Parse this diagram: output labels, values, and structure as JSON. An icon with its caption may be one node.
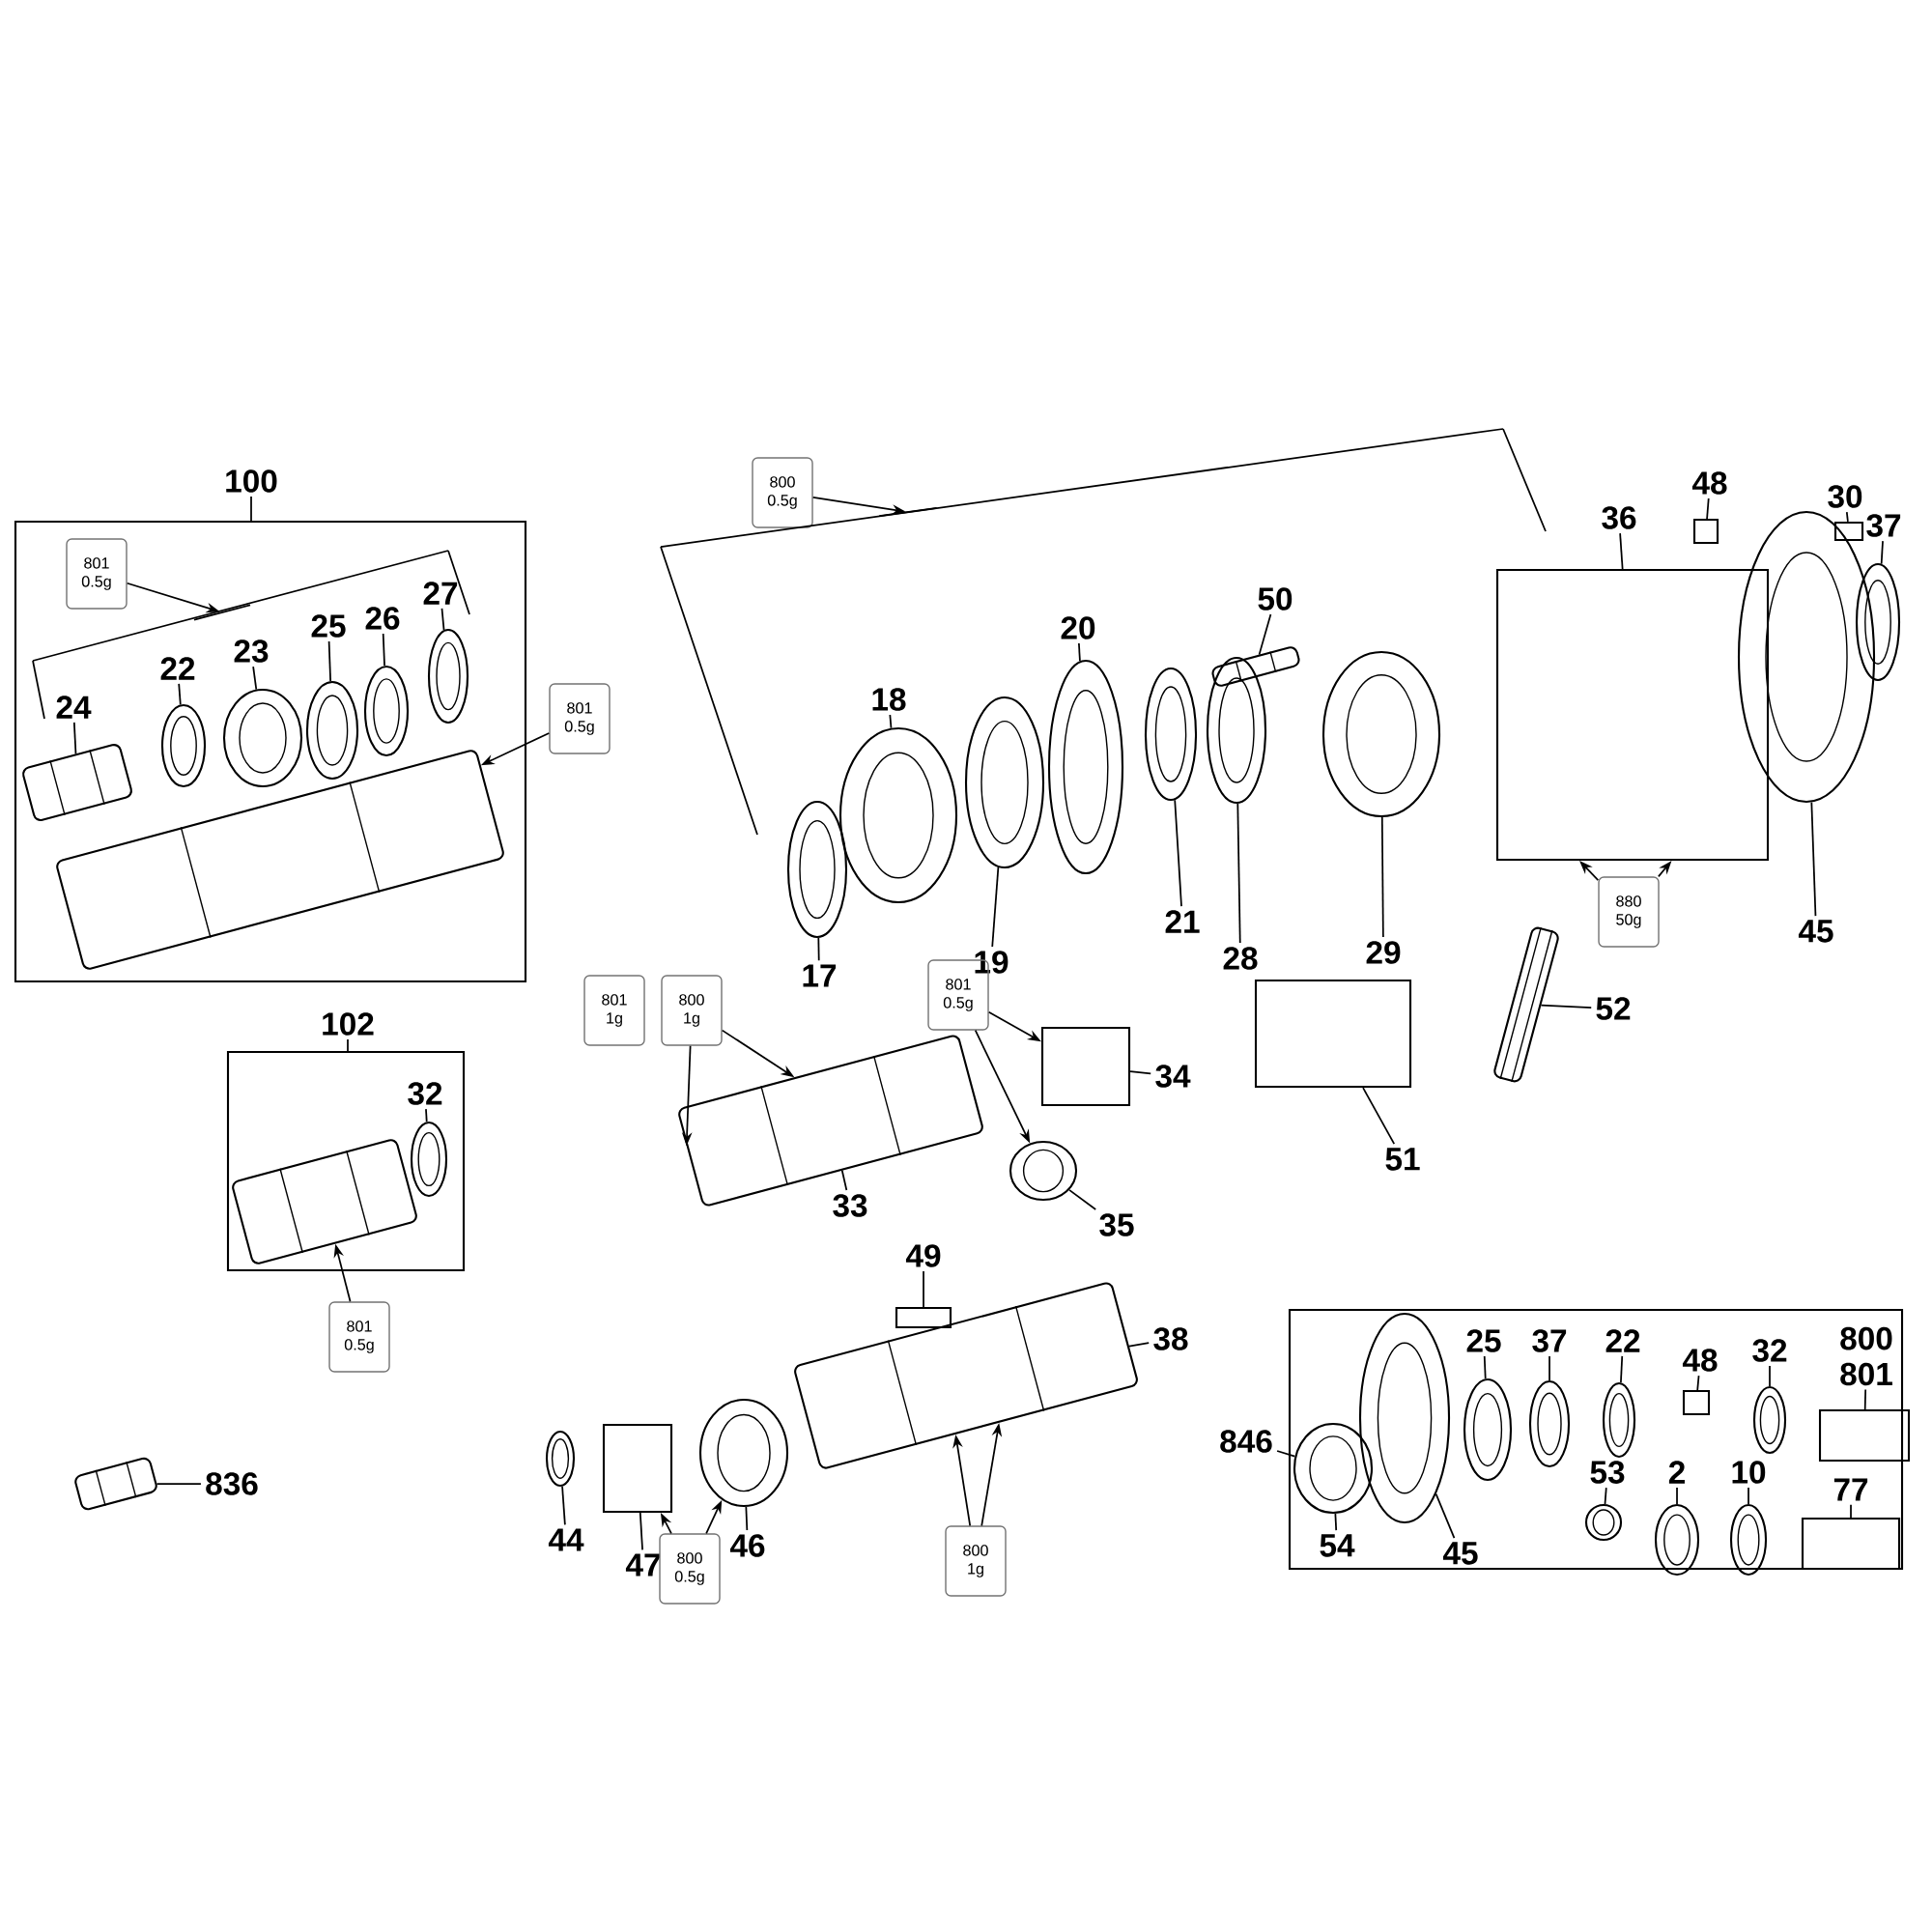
{
  "diagram": {
    "nodes": [
      {
        "text": [
          "100"
        ]
      },
      {
        "text": [
          "801",
          "0.5g"
        ],
        "in": 0
      },
      {
        "text": [
          "24"
        ],
        "in": 0
      },
      {
        "text": [],
        "shape": "picture",
        "in": 0
      },
      {
        "text": [
          "22"
        ],
        "in": 0
      },
      {
        "text": [],
        "shape": "picture",
        "in": 0
      },
      {
        "text": [
          "23"
        ],
        "in": 0
      },
      {
        "text": [],
        "shape": "picture",
        "in": 0
      },
      {
        "text": [
          "25"
        ],
        "in": 0
      },
      {
        "text": [],
        "shape": "picture",
        "in": 0
      },
      {
        "text": [
          "26"
        ],
        "in": 0
      },
      {
        "text": [],
        "shape": "picture",
        "in": 0
      },
      {
        "text": [
          "27"
        ],
        "in": 0
      },
      {
        "text": [],
        "shape": "picture",
        "in": 0
      },
      {
        "text": [],
        "shape": "picture",
        "in": 0
      },
      {
        "text": [
          "801",
          "0.5g"
        ]
      },
      {
        "text": [
          "102"
        ]
      },
      {
        "text": [
          "32"
        ],
        "in": 16
      },
      {
        "text": [],
        "shape": "picture",
        "in": 16
      },
      {
        "text": [],
        "shape": "picture",
        "in": 16
      },
      {
        "text": [
          "801",
          "0.5g"
        ]
      },
      {
        "text": [],
        "shape": "picture"
      },
      {
        "text": [
          "836"
        ]
      },
      {
        "text": [
          "800",
          "0.5g"
        ]
      },
      {
        "text": [
          "17"
        ]
      },
      {
        "text": [],
        "shape": "picture"
      },
      {
        "text": [
          "18"
        ]
      },
      {
        "text": [],
        "shape": "picture"
      },
      {
        "text": [
          "19"
        ]
      },
      {
        "text": [],
        "shape": "picture"
      },
      {
        "text": [
          "20"
        ]
      },
      {
        "text": [],
        "shape": "picture"
      },
      {
        "text": [
          "21"
        ]
      },
      {
        "text": [],
        "shape": "picture"
      },
      {
        "text": [
          "28"
        ]
      },
      {
        "text": [],
        "shape": "picture"
      },
      {
        "text": [
          "50"
        ]
      },
      {
        "text": [],
        "shape": "picture"
      },
      {
        "text": [
          "29"
        ]
      },
      {
        "text": [],
        "shape": "picture"
      },
      {
        "text": [
          "36"
        ]
      },
      {
        "text": [],
        "shape": "box"
      },
      {
        "text": [
          "48"
        ]
      },
      {
        "text": [],
        "shape": "box"
      },
      {
        "text": [
          "30"
        ]
      },
      {
        "text": [],
        "shape": "box"
      },
      {
        "text": [
          "37"
        ]
      },
      {
        "text": [],
        "shape": "picture"
      },
      {
        "text": [
          "45"
        ]
      },
      {
        "text": [],
        "shape": "picture"
      },
      {
        "text": [
          "880",
          "50g"
        ]
      },
      {
        "text": [
          "52"
        ]
      },
      {
        "text": [],
        "shape": "picture"
      },
      {
        "text": [
          "51"
        ]
      },
      {
        "text": [],
        "shape": "box"
      },
      {
        "text": [
          "801",
          "1g"
        ]
      },
      {
        "text": [
          "800",
          "1g"
        ]
      },
      {
        "text": [
          "33"
        ]
      },
      {
        "text": [],
        "shape": "picture"
      },
      {
        "text": [
          "801",
          "0.5g"
        ]
      },
      {
        "text": [
          "34"
        ]
      },
      {
        "text": [],
        "shape": "box"
      },
      {
        "text": [
          "35"
        ]
      },
      {
        "text": [],
        "shape": "picture"
      },
      {
        "text": [
          "49"
        ]
      },
      {
        "text": [],
        "shape": "box"
      },
      {
        "text": [
          "38"
        ]
      },
      {
        "text": [],
        "shape": "picture"
      },
      {
        "text": [
          "800",
          "1g"
        ]
      },
      {
        "text": [
          "44"
        ]
      },
      {
        "text": [],
        "shape": "picture"
      },
      {
        "text": [
          "47"
        ]
      },
      {
        "text": [],
        "shape": "box"
      },
      {
        "text": [
          "46"
        ]
      },
      {
        "text": [],
        "shape": "picture"
      },
      {
        "text": [
          "800",
          "0.5g"
        ]
      },
      {
        "text": [],
        "shape": "box"
      },
      {
        "text": [
          "846"
        ]
      },
      {
        "text": [],
        "shape": "picture",
        "in": 76
      },
      {
        "text": [
          "54"
        ],
        "in": 76
      },
      {
        "text": [
          "45"
        ],
        "in": 76
      },
      {
        "text": [],
        "shape": "picture",
        "in": 76
      },
      {
        "text": [
          "25"
        ],
        "in": 76
      },
      {
        "text": [],
        "shape": "picture",
        "in": 76
      },
      {
        "text": [
          "37"
        ],
        "in": 76
      },
      {
        "text": [],
        "shape": "picture",
        "in": 76
      },
      {
        "text": [
          "22"
        ],
        "in": 76
      },
      {
        "text": [],
        "shape": "picture",
        "in": 76
      },
      {
        "text": [
          "48"
        ],
        "in": 76
      },
      {
        "text": [],
        "shape": "box",
        "in": 76
      },
      {
        "text": [
          "32"
        ],
        "in": 76
      },
      {
        "text": [],
        "shape": "picture",
        "in": 76
      },
      {
        "text": [
          "800",
          "801"
        ],
        "in": 76
      },
      {
        "text": [],
        "shape": "box",
        "in": 76
      },
      {
        "text": [
          "53"
        ],
        "in": 76
      },
      {
        "text": [],
        "shape": "picture",
        "in": 76
      },
      {
        "text": [
          "2"
        ],
        "in": 76
      },
      {
        "text": [],
        "shape": "picture",
        "in": 76
      },
      {
        "text": [
          "10"
        ],
        "in": 76
      },
      {
        "text": [],
        "shape": "picture",
        "in": 76
      },
      {
        "text": [
          "77"
        ],
        "in": 76
      },
      {
        "text": [],
        "shape": "box",
        "in": 76
      },
      {
        "text": [],
        "shape": "bracket",
        "in": 0
      },
      {
        "text": [],
        "shape": "bracket"
      }
    ],
    "edges": [
      {
        "from": 1,
        "to": 102,
        "arrow": "to"
      },
      {
        "from": 2,
        "to": 3,
        "arrow": "none"
      },
      {
        "from": 4,
        "to": 5,
        "arrow": "none"
      },
      {
        "from": 6,
        "to": 7,
        "arrow": "none"
      },
      {
        "from": 8,
        "to": 9,
        "arrow": "none"
      },
      {
        "from": 10,
        "to": 11,
        "arrow": "none"
      },
      {
        "from": 12,
        "to": 13,
        "arrow": "none"
      },
      {
        "from": 15,
        "to": 14,
        "arrow": "to"
      },
      {
        "from": 17,
        "to": 18,
        "arrow": "none"
      },
      {
        "from": 20,
        "to": 19,
        "arrow": "to"
      },
      {
        "from": 22,
        "to": 21,
        "arrow": "none"
      },
      {
        "from": 23,
        "to": 103,
        "arrow": "to"
      },
      {
        "from": 24,
        "to": 25,
        "arrow": "none"
      },
      {
        "from": 26,
        "to": 27,
        "arrow": "none"
      },
      {
        "from": 28,
        "to": 29,
        "arrow": "none"
      },
      {
        "from": 30,
        "to": 31,
        "arrow": "none"
      },
      {
        "from": 32,
        "to": 33,
        "arrow": "none"
      },
      {
        "from": 34,
        "to": 35,
        "arrow": "none"
      },
      {
        "from": 36,
        "to": 37,
        "arrow": "none"
      },
      {
        "from": 38,
        "to": 39,
        "arrow": "none"
      },
      {
        "from": 40,
        "to": 41,
        "arrow": "none"
      },
      {
        "from": 42,
        "to": 43,
        "arrow": "none"
      },
      {
        "from": 44,
        "to": 45,
        "arrow": "none"
      },
      {
        "from": 46,
        "to": 47,
        "arrow": "none"
      },
      {
        "from": 48,
        "to": 49,
        "arrow": "none"
      },
      {
        "from": 50,
        "to": 41,
        "arrow": "to"
      },
      {
        "from": 50,
        "to": 41,
        "arrow": "to"
      },
      {
        "from": 51,
        "to": 52,
        "arrow": "none"
      },
      {
        "from": 53,
        "to": 54,
        "arrow": "none"
      },
      {
        "from": 56,
        "to": 58,
        "arrow": "to"
      },
      {
        "from": 56,
        "to": 58,
        "arrow": "to"
      },
      {
        "from": 57,
        "to": 58,
        "arrow": "none"
      },
      {
        "from": 59,
        "to": 61,
        "arrow": "to"
      },
      {
        "from": 59,
        "to": 63,
        "arrow": "to"
      },
      {
        "from": 60,
        "to": 61,
        "arrow": "none"
      },
      {
        "from": 62,
        "to": 63,
        "arrow": "none"
      },
      {
        "from": 64,
        "to": 65,
        "arrow": "none"
      },
      {
        "from": 66,
        "to": 67,
        "arrow": "none"
      },
      {
        "from": 68,
        "to": 67,
        "arrow": "to"
      },
      {
        "from": 68,
        "to": 67,
        "arrow": "to"
      },
      {
        "from": 69,
        "to": 70,
        "arrow": "none"
      },
      {
        "from": 71,
        "to": 72,
        "arrow": "none"
      },
      {
        "from": 73,
        "to": 74,
        "arrow": "none"
      },
      {
        "from": 75,
        "to": 72,
        "arrow": "to"
      },
      {
        "from": 75,
        "to": 74,
        "arrow": "to"
      },
      {
        "from": 77,
        "to": 78,
        "arrow": "none"
      },
      {
        "from": 79,
        "to": 78,
        "arrow": "none"
      },
      {
        "from": 80,
        "to": 81,
        "arrow": "none"
      },
      {
        "from": 82,
        "to": 83,
        "arrow": "none"
      },
      {
        "from": 84,
        "to": 85,
        "arrow": "none"
      },
      {
        "from": 86,
        "to": 87,
        "arrow": "none"
      },
      {
        "from": 88,
        "to": 89,
        "arrow": "none"
      },
      {
        "from": 90,
        "to": 91,
        "arrow": "none"
      },
      {
        "from": 92,
        "to": 93,
        "arrow": "none"
      },
      {
        "from": 94,
        "to": 95,
        "arrow": "none"
      },
      {
        "from": 96,
        "to": 97,
        "arrow": "none"
      },
      {
        "from": 98,
        "to": 99,
        "arrow": "none"
      },
      {
        "from": 100,
        "to": 101,
        "arrow": "none"
      }
    ]
  }
}
